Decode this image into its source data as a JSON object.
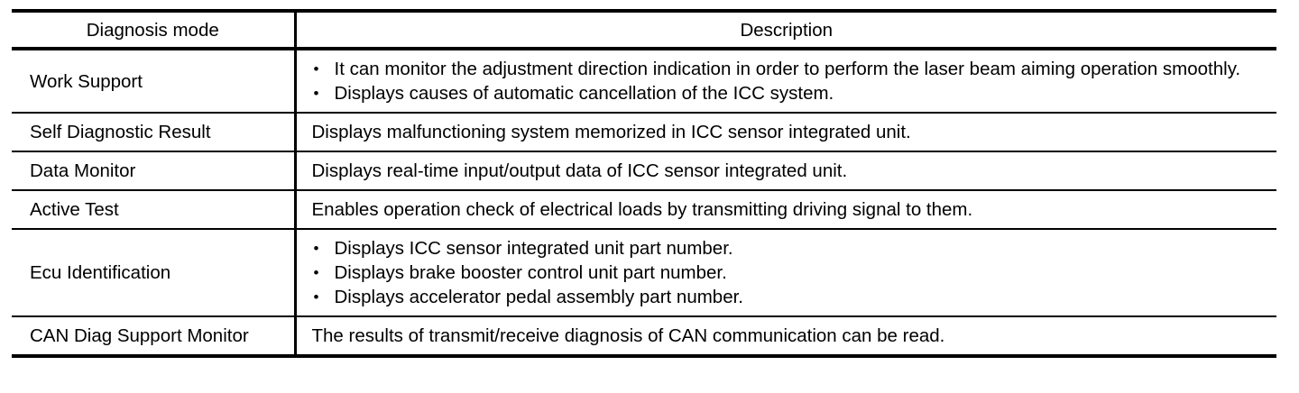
{
  "table": {
    "columns": [
      "Diagnosis mode",
      "Description"
    ],
    "rows": [
      {
        "mode": "Work Support",
        "type": "bullets",
        "bullet_glyph": "•",
        "items": [
          "It can monitor the adjustment direction indication in order to perform the laser beam aiming operation smoothly.",
          "Displays causes of automatic cancellation of the ICC system."
        ]
      },
      {
        "mode": "Self Diagnostic Result",
        "type": "text",
        "items": [
          "Displays malfunctioning system memorized in ICC sensor integrated unit."
        ]
      },
      {
        "mode": "Data Monitor",
        "type": "text",
        "items": [
          "Displays real-time input/output data of ICC sensor integrated unit."
        ]
      },
      {
        "mode": "Active Test",
        "type": "text",
        "items": [
          "Enables operation check of electrical loads by transmitting driving signal to them."
        ]
      },
      {
        "mode": "Ecu Identification",
        "type": "bullets",
        "bullet_glyph": "•",
        "items": [
          "Displays ICC sensor integrated unit part number.",
          "Displays brake booster control unit part number.",
          "Displays accelerator pedal assembly part number."
        ]
      },
      {
        "mode": "CAN Diag Support Monitor",
        "type": "text",
        "items": [
          "The results of transmit/receive diagnosis of CAN communication can be read."
        ]
      }
    ]
  },
  "colors": {
    "ink": "#000000",
    "page": "#ffffff"
  }
}
